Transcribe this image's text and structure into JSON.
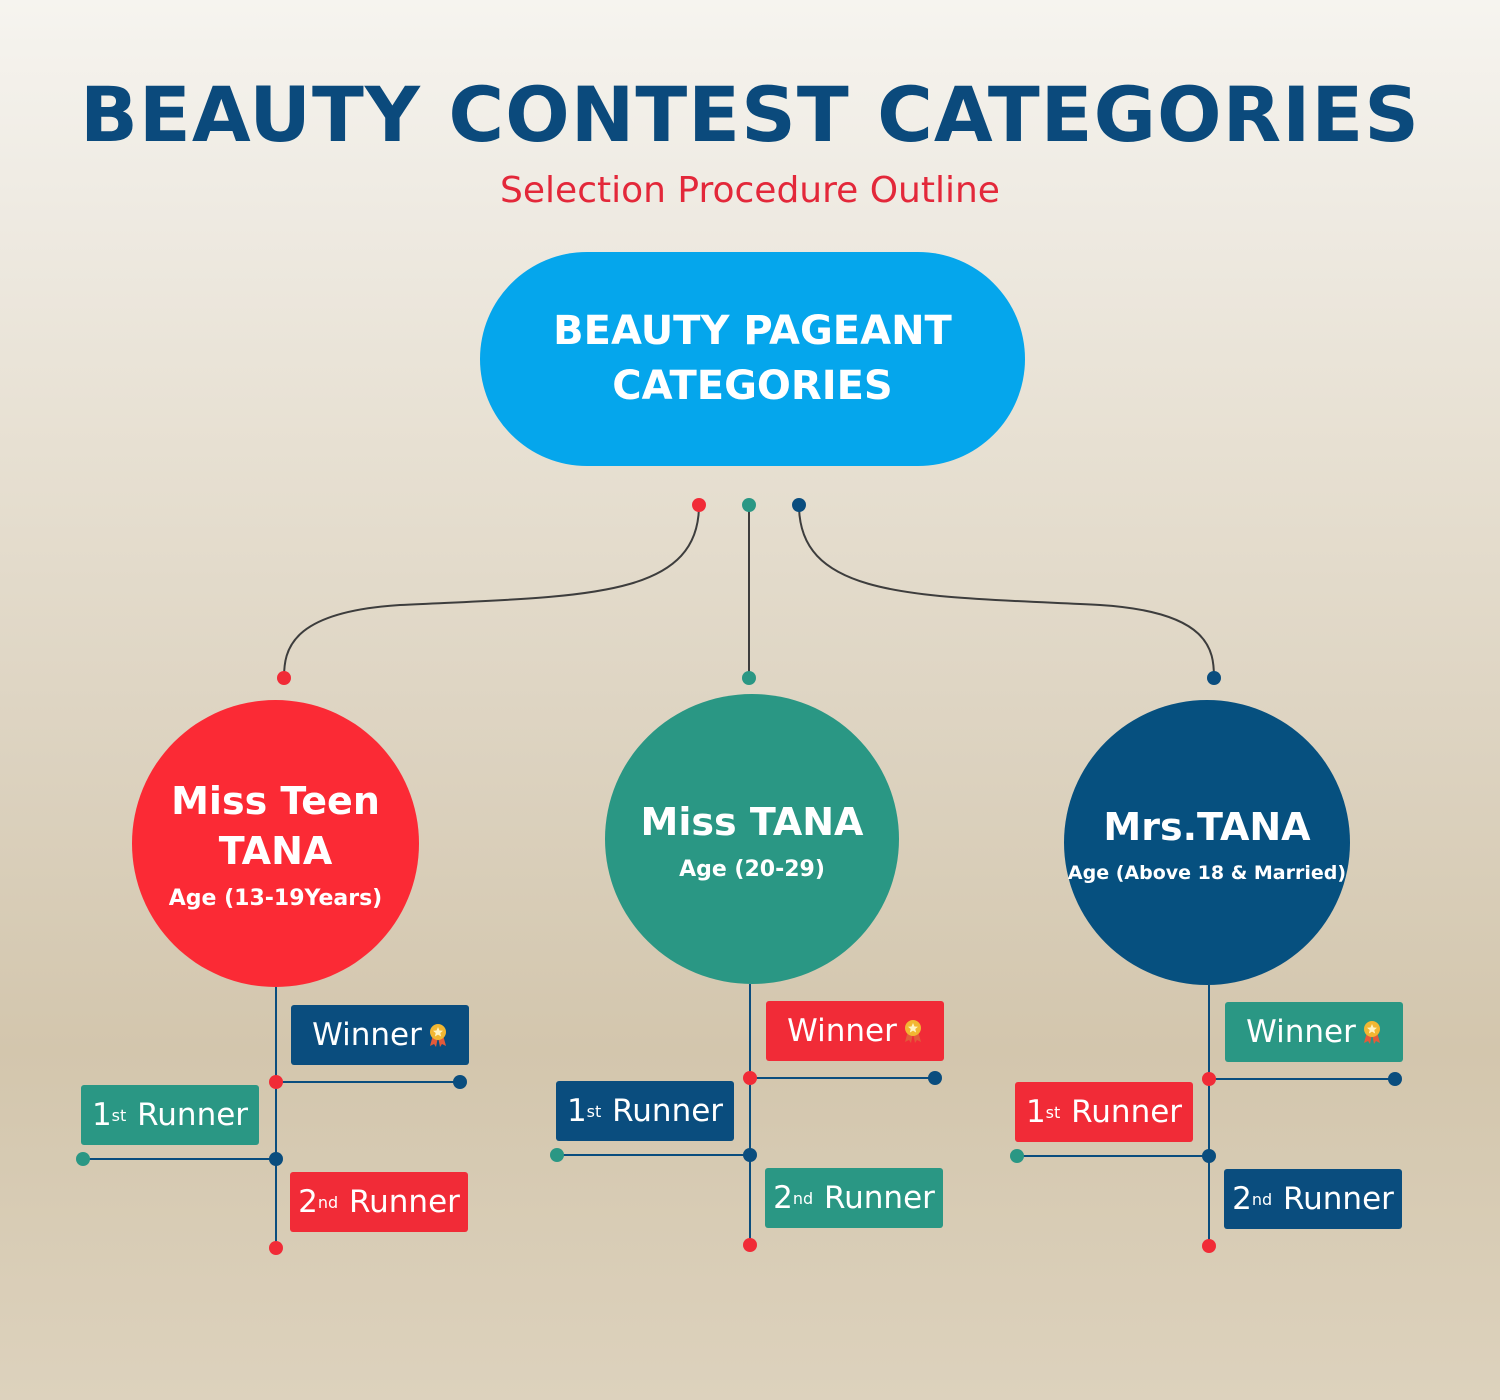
{
  "header": {
    "title": "BEAUTY CONTEST CATEGORIES",
    "subtitle": "Selection Procedure Outline"
  },
  "root": {
    "line1": "BEAUTY PAGEANT",
    "line2": "CATEGORIES"
  },
  "colors": {
    "red": "#fb2a35",
    "teal": "#2a9784",
    "navy": "#06507f",
    "sky": "#05a6ec",
    "title": "#0b4a7c"
  },
  "categories": [
    {
      "name_line1": "Miss Teen",
      "name_line2": "TANA",
      "age": "Age (13-19Years)",
      "winner": "Winner",
      "runner1_num": "1",
      "runner1_sup": "st",
      "runner1_text": "Runner",
      "runner2_num": "2",
      "runner2_sup": "nd",
      "runner2_text": "Runner",
      "color": "red"
    },
    {
      "name_line1": "Miss TANA",
      "age": "Age (20-29)",
      "winner": "Winner",
      "runner1_num": "1",
      "runner1_sup": "st",
      "runner1_text": "Runner",
      "runner2_num": "2",
      "runner2_sup": "nd",
      "runner2_text": "Runner",
      "color": "teal"
    },
    {
      "name_line1": "Mrs.TANA",
      "age": "Age (Above 18 & Married)",
      "winner": "Winner",
      "runner1_num": "1",
      "runner1_sup": "st",
      "runner1_text": "Runner",
      "runner2_num": "2",
      "runner2_sup": "nd",
      "runner2_text": "Runner",
      "color": "navy"
    }
  ],
  "icons": {
    "winner_badge": "medal-icon"
  }
}
